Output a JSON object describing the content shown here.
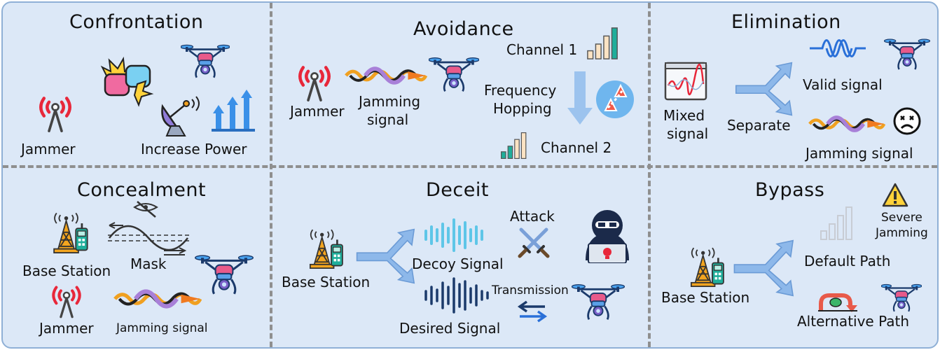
{
  "panels": {
    "confrontation": {
      "title": "Confrontation",
      "jammer": "Jammer",
      "increase_power": "Increase Power"
    },
    "avoidance": {
      "title": "Avoidance",
      "jammer": "Jammer",
      "jamming_signal_1": "Jamming",
      "jamming_signal_2": "signal",
      "channel1": "Channel 1",
      "frequency_1": "Frequency",
      "frequency_2": "Hopping",
      "channel2": "Channel 2"
    },
    "elimination": {
      "title": "Elimination",
      "mixed_1": "Mixed",
      "mixed_2": "signal",
      "separate": "Separate",
      "valid_signal": "Valid signal",
      "jamming_signal": "Jamming signal"
    },
    "concealment": {
      "title": "Concealment",
      "base_station": "Base Station",
      "mask": "Mask",
      "jammer": "Jammer",
      "jamming_signal": "Jamming signal"
    },
    "deceit": {
      "title": "Deceit",
      "base_station": "Base Station",
      "decoy_signal": "Decoy Signal",
      "attack": "Attack",
      "transmission": "Transmission",
      "desired_signal": "Desired Signal"
    },
    "bypass": {
      "title": "Bypass",
      "severe_1": "Severe",
      "severe_2": "Jamming",
      "base_station": "Base Station",
      "default_path": "Default Path",
      "alternative_path": "Alternative Path"
    }
  },
  "colors": {
    "background": "#dce8f7",
    "divider": "#8f8f8f",
    "arrow": "#8db8ea",
    "jammer_red": "#e8273a",
    "drone_body": "#5aa0e8"
  }
}
